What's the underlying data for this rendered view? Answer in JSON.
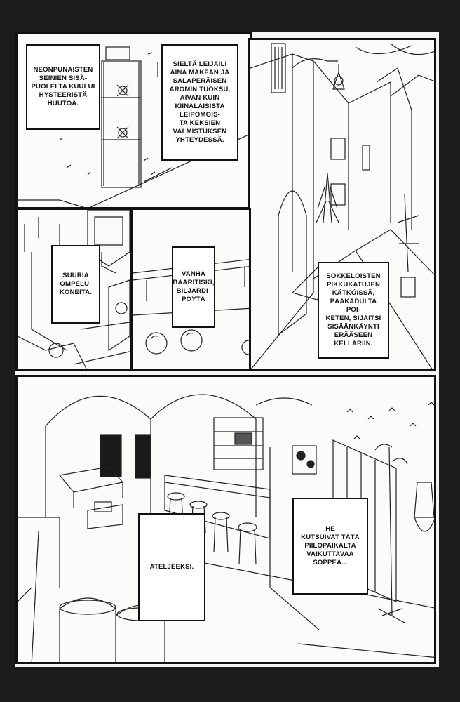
{
  "page": {
    "background_color": "#1c1c1c",
    "paper_color": "#f4f4f2",
    "ink_color": "#111111"
  },
  "panels": [
    {
      "id": "panel-1",
      "scene": "ornate door with sign",
      "caption": "NEONPUNAISTEN\nSEINIEN SISÄ-\nPUOLELTA KUULUI\nHYSTEERISTÄ\nHUUTOA."
    },
    {
      "id": "panel-2",
      "scene": "street wall",
      "caption": "SIELTÄ LEIJAILI\nAINA MAKEAN JA\nSALAPERÄISEN\nAROMIN TUOKSU,\nAIVAN KUIN\nKIINALAISISTA\nLEIPOMOIS-\nTA KEKSIEN\nVALMISTUKSEN\nYHTEYDESSÄ."
    },
    {
      "id": "panel-3",
      "scene": "narrow alley with lamp",
      "caption": "SOKKELOISTEN\nPIKKUKATUJEN\nKÄTKÖISSÄ,\nPÄÄKADULTA POI-\nKETEN, SIJAITSI\nSISÄÄNKÄYNTI\nERÄÄSEEN\nKELLARIIN."
    },
    {
      "id": "panel-4",
      "scene": "sewing machines",
      "caption": "SUURIA\nOMPELU-\nKONEITA."
    },
    {
      "id": "panel-5",
      "scene": "bar counter and billiard table",
      "caption": "VANHA\nBAARITISKI,\nBILJARDI-\nPÖYTÄ"
    },
    {
      "id": "panel-6",
      "scene": "atelier interior",
      "caption_left": "ATELJEEKSI.",
      "caption_right": "HE\nKUTSUIVAT TÄTÄ\nPIILOPAIKALTA\nVAIKUTTAVAA\nSOPPEA..."
    }
  ]
}
